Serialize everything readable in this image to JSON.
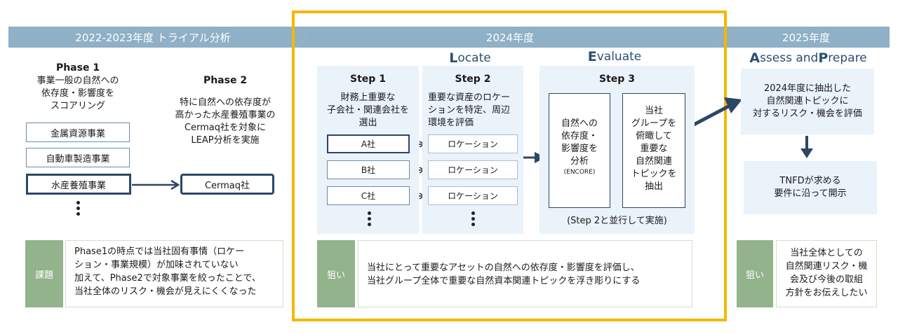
{
  "timeline": {
    "band1": "2022-2023年度 トライアル分析",
    "band2": "2024年度",
    "band3": "2025年度"
  },
  "phase1": {
    "title": "Phase 1",
    "desc": [
      "事業一般の自然への",
      "依存度・影響度を",
      "スコアリング"
    ],
    "businesses": [
      "金属資源事業",
      "自動車製造事業",
      "水産養殖事業"
    ]
  },
  "phase2": {
    "title": "Phase 2",
    "desc": [
      "特に自然への依存度が",
      "高かった水産養殖事業の",
      "Cermaq社を対象に",
      "LEAP分析を実施"
    ],
    "target": "Cermaq社"
  },
  "leap": {
    "locate_first": "L",
    "locate_rest": "ocate",
    "evaluate_first": "E",
    "evaluate_rest": "valuate",
    "assess_first": "A",
    "assess_mid": "ssess and ",
    "prepare_first": "P",
    "prepare_rest": "repare"
  },
  "step1": {
    "title": "Step 1",
    "desc": [
      "財務上重要な",
      "子会社・関連会社を",
      "選出"
    ],
    "companies": [
      "A社",
      "B社",
      "C社"
    ]
  },
  "step2": {
    "title": "Step 2",
    "desc": [
      "重要な資産のロケー",
      "ションを特定、周辺",
      "環境を評価"
    ],
    "cells": [
      "ロケーション",
      "ロケーション",
      "ロケーション"
    ]
  },
  "step3": {
    "title": "Step 3",
    "left": [
      "自然への",
      "依存度・",
      "影響度を",
      "分析"
    ],
    "left_note": "(ENCORE)",
    "right": [
      "当社",
      "グループを",
      "俯瞰して",
      "重要な",
      "自然関連",
      "トピックを",
      "抽出"
    ],
    "note": "(Step 2と並行して実施)"
  },
  "y2025": {
    "box1": [
      "2024年度に抽出した",
      "自然関連トピックに",
      "対するリスク・機会を評価"
    ],
    "box2": [
      "TNFDが求める",
      "要件に沿って開示"
    ]
  },
  "bottom": {
    "tag1": "課題",
    "text1": [
      "Phase1の時点では当社固有事情（ロケー",
      "ション・事業規模）が加味されていない",
      "加えて、Phase2で対象事業を絞ったことで、",
      "当社全体のリスク・機会が見えにくくなった"
    ],
    "tag2": "狙い",
    "text2": [
      "当社にとって重要なアセットの自然への依存度・影響度を評価し、",
      "当社グループ全体で重要な自然資本関連トピックを浮き彫りにする"
    ],
    "tag3": "狙い",
    "text3": [
      "当社全体としての",
      "自然関連リスク・機",
      "会及び今後の取組",
      "方針をお伝えしたい"
    ]
  },
  "colors": {
    "band": "#8fb0c6",
    "highlight": "#f5b800",
    "arrow": "#2b4766",
    "panel": "#eaf2fa",
    "green": "#92b38b"
  }
}
